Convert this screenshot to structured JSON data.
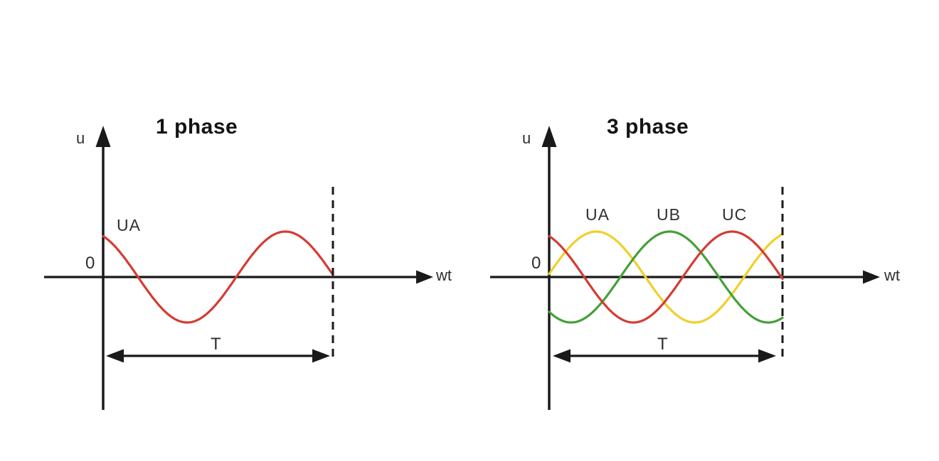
{
  "page": {
    "background": "#ffffff"
  },
  "colors": {
    "axis": "#1a1a1a",
    "text": "#2e2e2e",
    "red": "#d63b33",
    "yellow": "#f0cf2c",
    "green": "#44a038"
  },
  "panels": {
    "left": {
      "title": "1 phase",
      "axis": {
        "y_label": "u",
        "x_label": "wt",
        "origin_label": "0"
      },
      "period_label": "T",
      "cycles_shown": 1.17,
      "waves": [
        {
          "name": "UA",
          "label": "UA",
          "color": "#d63b33",
          "phase_deg": 116,
          "amplitude_rel": 1
        }
      ]
    },
    "right": {
      "title": "3 phase",
      "axis": {
        "y_label": "u",
        "x_label": "wt",
        "origin_label": "0"
      },
      "period_label": "T",
      "cycles_shown": 1.184,
      "waves": [
        {
          "name": "UA",
          "label": "UA",
          "color": "#f0cf2c",
          "phase_deg": 4,
          "amplitude_rel": 1
        },
        {
          "name": "UB",
          "label": "UB",
          "color": "#44a038",
          "phase_deg": -130,
          "amplitude_rel": 1
        },
        {
          "name": "UC",
          "label": "UC",
          "color": "#d63b33",
          "phase_deg": 116,
          "amplitude_rel": 1
        }
      ]
    }
  }
}
